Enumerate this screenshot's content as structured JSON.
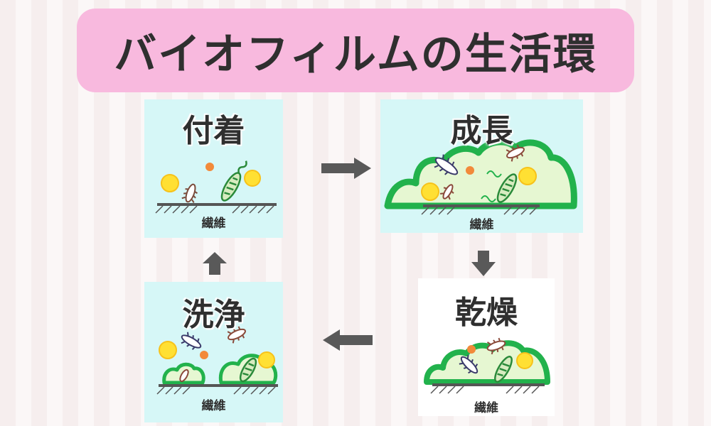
{
  "title": "バイオフィルムの生活環",
  "stages": {
    "attach": {
      "label": "付着",
      "fiber": "繊維"
    },
    "grow": {
      "label": "成長",
      "fiber": "繊維"
    },
    "dry": {
      "label": "乾燥",
      "fiber": "繊維"
    },
    "wash": {
      "label": "洗浄",
      "fiber": "繊維"
    }
  },
  "colors": {
    "title_bg": "#f8b9de",
    "panel_cyan": "#d6f7f7",
    "panel_white": "#ffffff",
    "biofilm_outline": "#22b24c",
    "biofilm_fill": "#e6f7d2",
    "yellow_ball": "#ffe033",
    "orange_dot": "#f28a3a",
    "arrow": "#595959",
    "fiber_line": "#555555"
  }
}
